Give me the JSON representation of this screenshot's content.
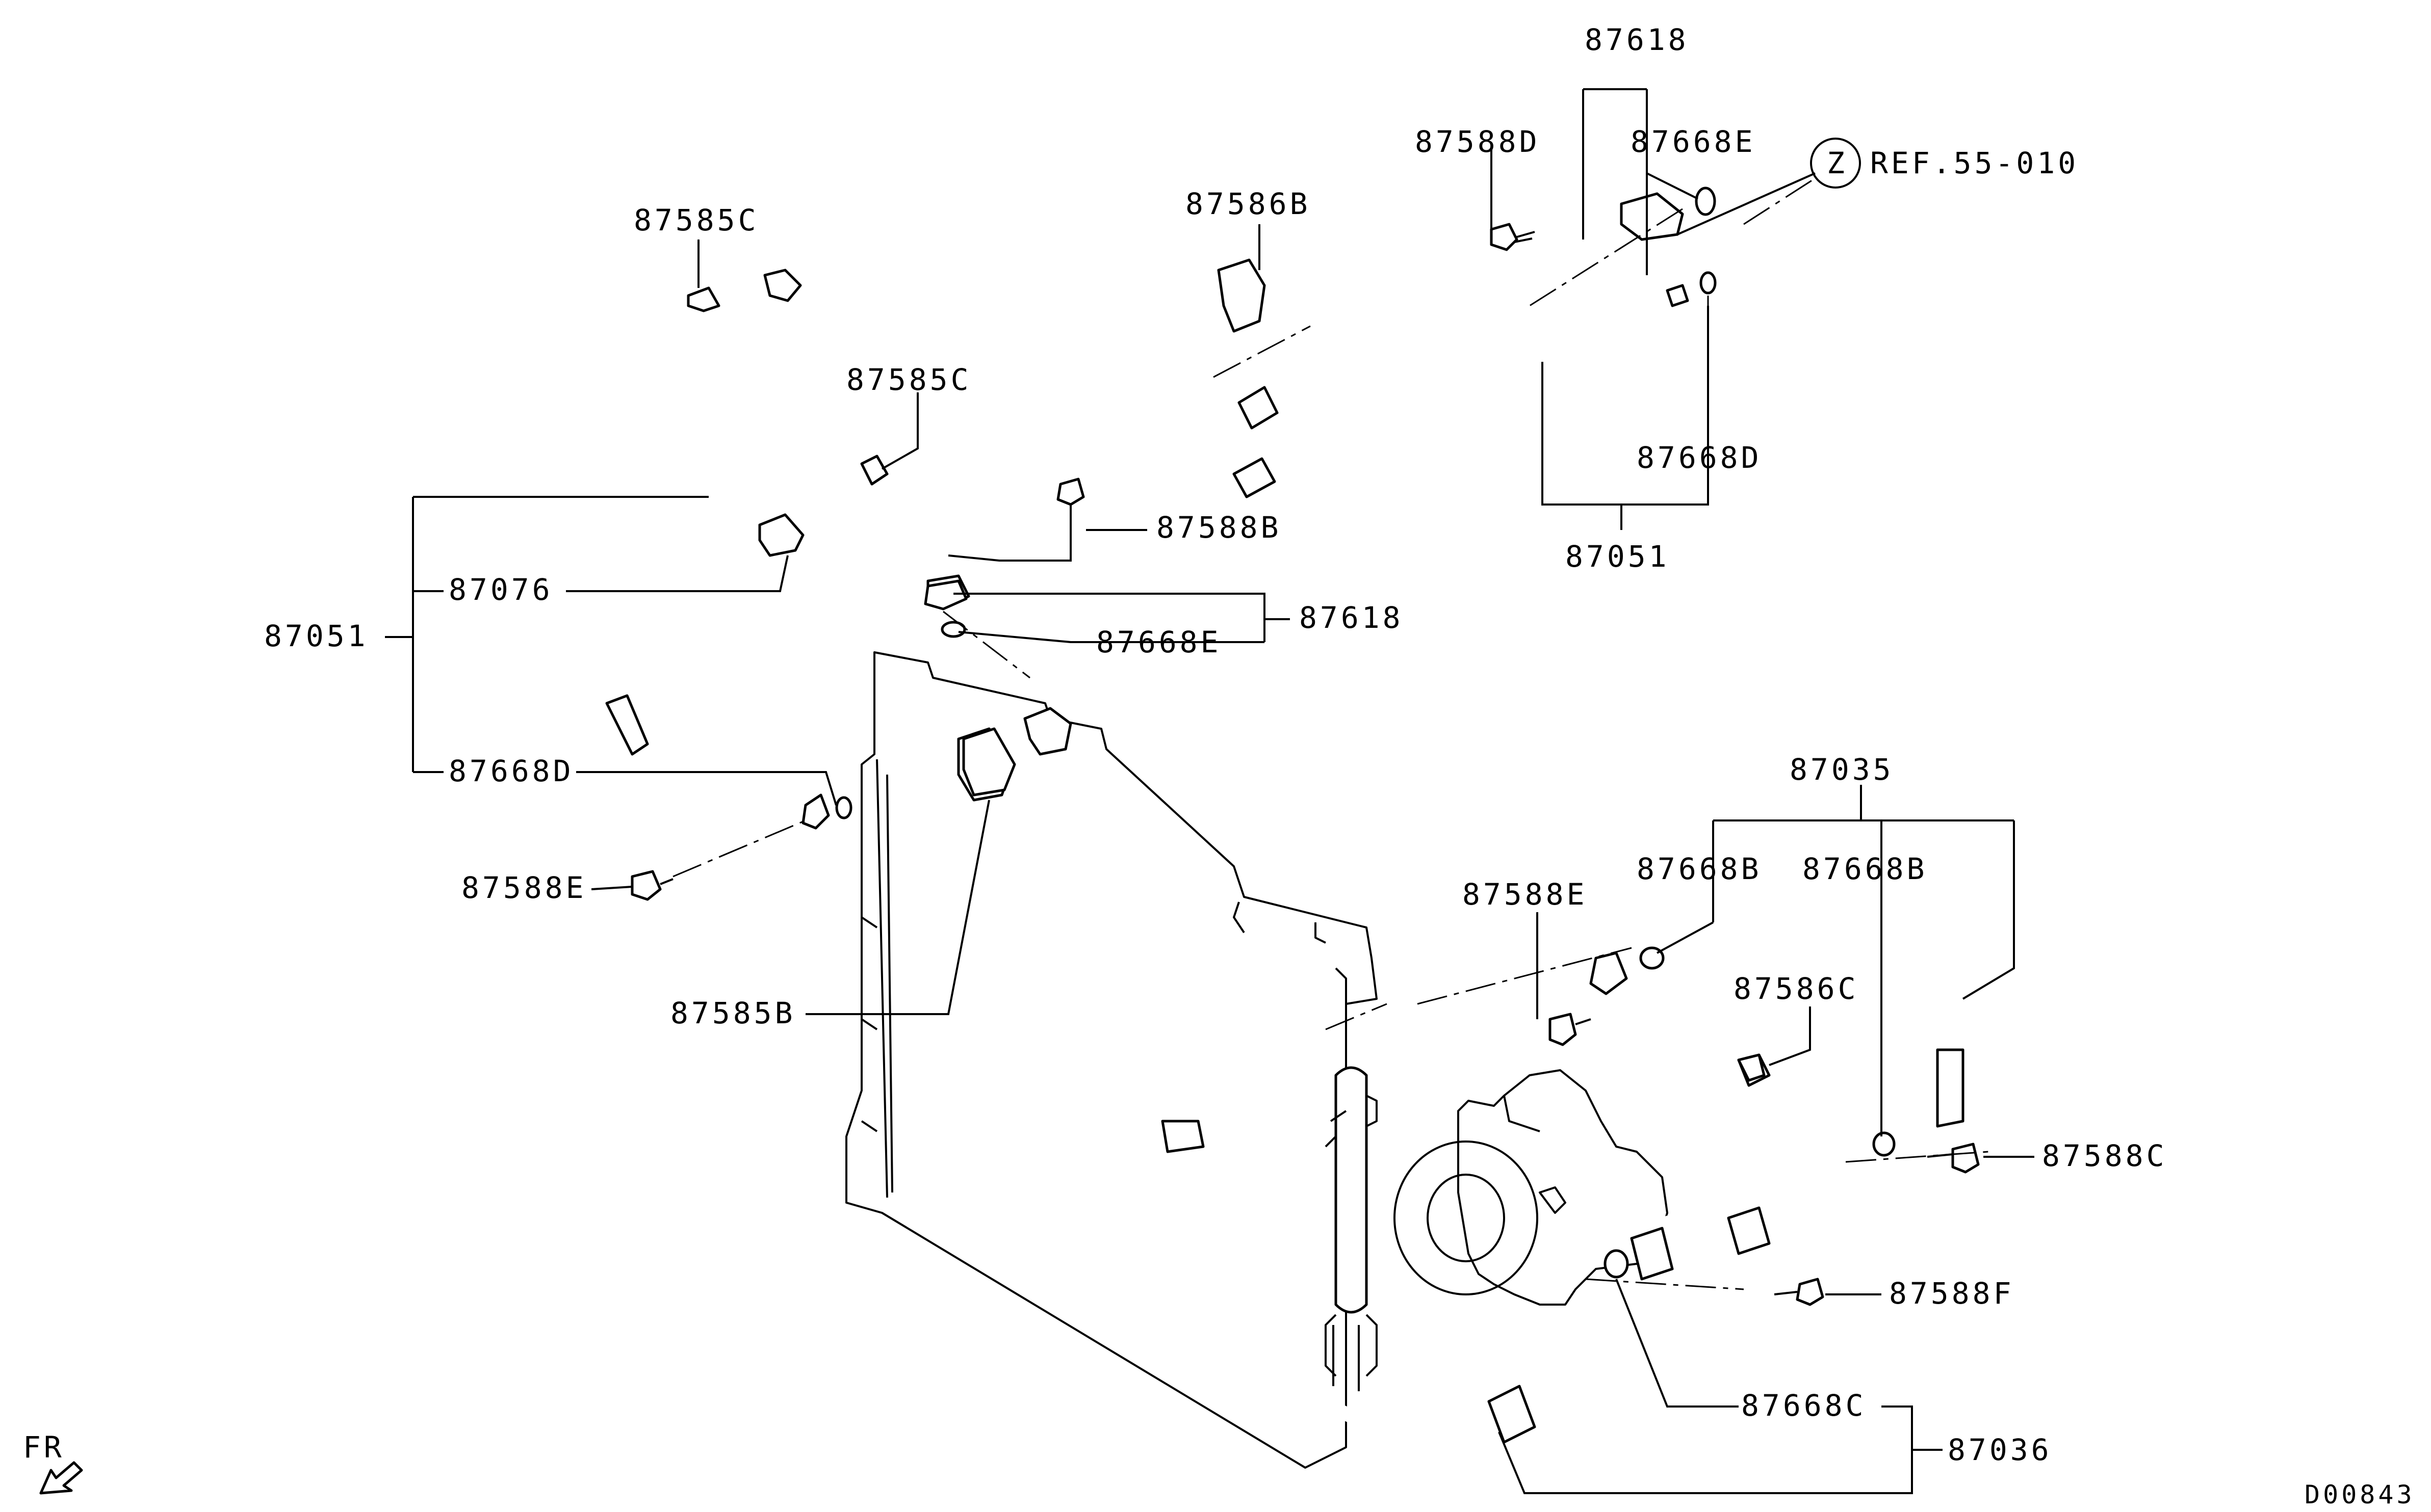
{
  "labels": {
    "p87618_top": "87618",
    "p87588D": "87588D",
    "p87668E_top": "87668E",
    "ref_circle": "Z",
    "ref_text": "REF.55-010",
    "p87585C_1": "87585C",
    "p87586B": "87586B",
    "p87585C_2": "87585C",
    "p87668D_right": "87668D",
    "p87051_right": "87051",
    "p87588B": "87588B",
    "p87618_mid": "87618",
    "p87668E_mid": "87668E",
    "p87051_left": "87051",
    "p87076": "87076",
    "p87668D_left": "87668D",
    "p87588E_left": "87588E",
    "p87585B": "87585B",
    "p87035": "87035",
    "p87588E_right": "87588E",
    "p87668B_1": "87668B",
    "p87668B_2": "87668B",
    "p87586C": "87586C",
    "p87588C": "87588C",
    "p87588F": "87588F",
    "p87668C": "87668C",
    "p87036": "87036",
    "fr_text": "FR",
    "drawing_id": "D00843"
  }
}
